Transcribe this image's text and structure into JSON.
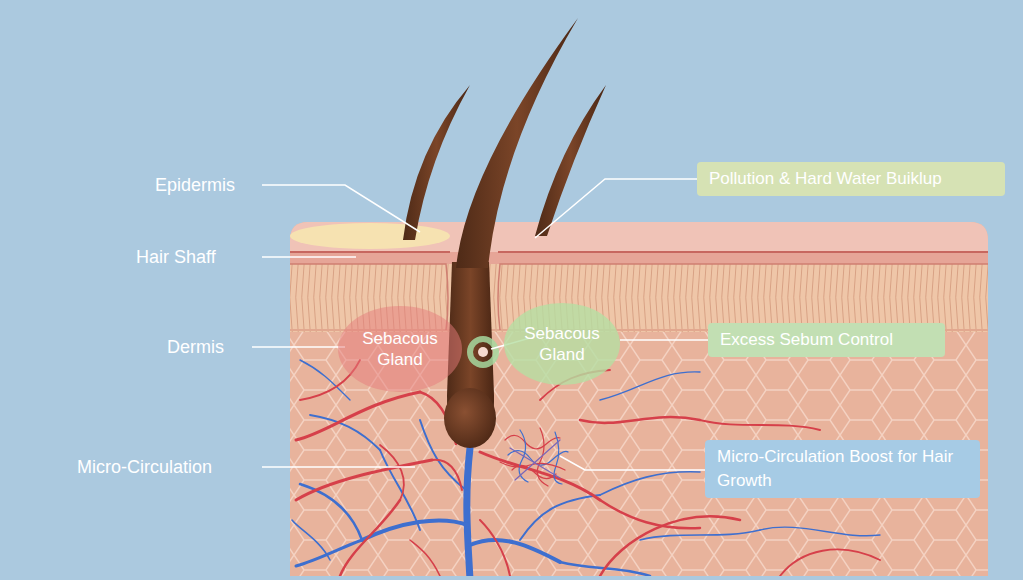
{
  "diagram": {
    "nodes": [
      {
        "text": [
          "Pollution & Hard Water Buiklup"
        ]
      },
      {
        "text": [
          "Sebacous Gland"
        ]
      },
      {
        "text": [
          "Sebacous Gland"
        ]
      },
      {
        "text": [
          "Excess Sebum Control"
        ]
      },
      {
        "text": [
          "Micro-Circulation Boost for Hair Growth"
        ]
      }
    ],
    "edges": [
      {
        "from": 2,
        "to": 3,
        "arrow": "none"
      }
    ],
    "labels": [
      "Epidermis",
      "Hair Shaff",
      "Dermis",
      "Micro-Circulation"
    ]
  }
}
